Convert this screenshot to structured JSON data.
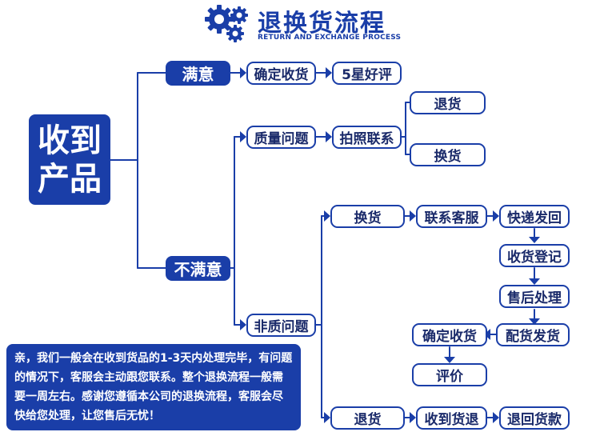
{
  "header": {
    "title": "退换货流程",
    "subtitle": "RETURN AND EXCHANGE PROCESS",
    "icon": "gears-icon"
  },
  "colors": {
    "primary": "#1a3ea8",
    "text": "#1a2a6a",
    "background": "#ffffff"
  },
  "flow": {
    "start": {
      "line1": "收到",
      "line2": "产品"
    },
    "satisfied": {
      "label": "满意",
      "steps": [
        "确定收货",
        "5星好评"
      ]
    },
    "unsatisfied": {
      "label": "不满意",
      "quality_issue": {
        "label": "质量问题",
        "action": "拍照联系",
        "options": [
          "退货",
          "换货"
        ]
      },
      "non_quality_issue": {
        "label": "非质问题",
        "exchange": {
          "label": "换货",
          "steps": [
            "联系客服",
            "快递发回",
            "收货登记",
            "售后处理",
            "配货发货",
            "确定收货",
            "评价"
          ]
        },
        "return": {
          "label": "退货",
          "steps": [
            "收到货退",
            "退回货款"
          ]
        }
      }
    }
  },
  "note": {
    "text": "亲，我们一般会在收到货品的1-3天内处理完毕，有问题的情况下，客服会主动跟您联系。整个退换流程一般需要一周左右。感谢您遵循本公司的退换流程，客服会尽快给您处理，让您售后无忧！"
  }
}
